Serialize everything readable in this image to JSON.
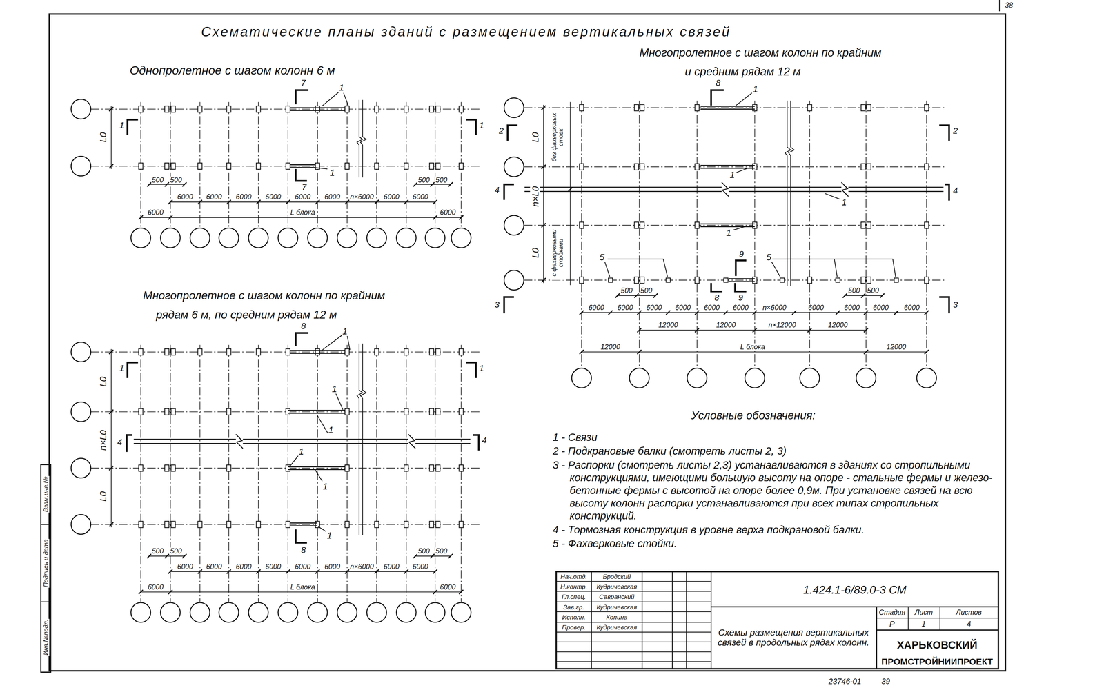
{
  "diagram": {
    "title": "Схематические планы зданий с размещением вертикальных связей",
    "labels": [
      "Однопролетное с шагом колонн 6 м",
      "Многопролетное с шагом колонн по крайним",
      "рядам 6 м, по средним рядам 12 м",
      "Многопролетное с шагом колонн по крайним",
      "и средним рядам 12 м",
      "L0",
      "1",
      "1",
      "7",
      "1",
      "7",
      "1",
      "500",
      "500",
      "500",
      "500",
      "6000",
      "6000",
      "6000",
      "6000",
      "6000",
      "6000",
      "n×6000",
      "6000",
      "6000",
      "6000",
      "L блока",
      "6000",
      "L0",
      "n×L0",
      "L0",
      "1",
      "1",
      "4",
      "4",
      "8",
      "1",
      "1",
      "1",
      "1",
      "1",
      "8",
      "1",
      "500",
      "500",
      "500",
      "500",
      "6000",
      "6000",
      "6000",
      "6000",
      "6000",
      "6000",
      "n×6000",
      "6000",
      "6000",
      "6000",
      "L блока",
      "6000",
      "L0",
      "n×L0",
      "L0",
      "без фахверковых стоек",
      "с фахверковыми стойками",
      "2",
      "2",
      "4",
      "4",
      "3",
      "3",
      "8",
      "1",
      "1",
      "1",
      "1",
      "5",
      "5",
      "9",
      "8",
      "9",
      "500",
      "500",
      "500",
      "500",
      "6000",
      "6000",
      "6000",
      "6000",
      "6000",
      "6000",
      "n×6000",
      "6000",
      "6000",
      "6000",
      "6000",
      "12000",
      "12000",
      "n×12000",
      "12000",
      "12000",
      "L блока",
      "12000",
      "Условные обозначения:",
      "Нач.отд.",
      "Бродский",
      "Н.контр.",
      "Кудричевская",
      "Гл.спец.",
      "Савранский",
      "Зав.гр.",
      "Кудричевская",
      "Исполн.",
      "Копина",
      "Провер.",
      "Кудричевская",
      "1.424.1-6/89.0-3 СМ",
      "Схемы размещения вертикальных связей в продольных рядах колонн.",
      "Стадия",
      "Лист",
      "Листов",
      "Р",
      "1",
      "4",
      "ХАРЬКОВСКИЙ",
      "ПРОМСТРОЙНИИПРОЕКТ",
      "Взам.инв.№",
      "Подпись и дата",
      "Инв.№подл.",
      "23746-01",
      "39",
      "38"
    ],
    "legend": [
      {
        "text": "1 - Связи"
      },
      {
        "text": "2 - Подкрановые балки (смотреть листы 2, 3)"
      },
      {
        "text": "3 - Распорки (смотреть листы 2,3) устанавливаются в зданиях со стропильными конструкциями, имеющими большую высоту на опоре - стальные фермы и железо- бетонные фермы с высотой на опоре более 0,9м. При установке связей на всю высоту колонн распорки устанавливаются при всех типах стропильных конструкций."
      },
      {
        "text": "4 - Тормозная конструкция в уровне верха подкрановой балки."
      },
      {
        "text": "5 - Фахверковые стойки."
      }
    ]
  }
}
